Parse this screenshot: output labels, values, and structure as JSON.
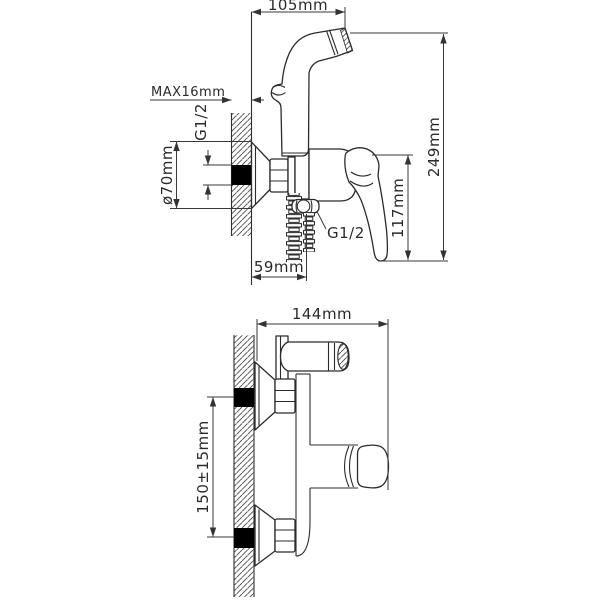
{
  "drawing": {
    "background": "#ffffff",
    "line_color": "#2b2b2b",
    "dimension_color": "#3a3a3a",
    "pipe_fill": "#000000"
  },
  "annotations": {
    "front": {
      "sprayer_reach": "105mm",
      "wall_thickness": "MAX16mm",
      "inlet_thread": "G1/2",
      "flange_diameter": "ø70mm",
      "total_height": "249mm",
      "body_height": "117mm",
      "hose_thread": "G1/2",
      "body_depth": "59mm"
    },
    "side": {
      "total_depth": "144mm",
      "mount_spacing": "150±15mm"
    }
  }
}
